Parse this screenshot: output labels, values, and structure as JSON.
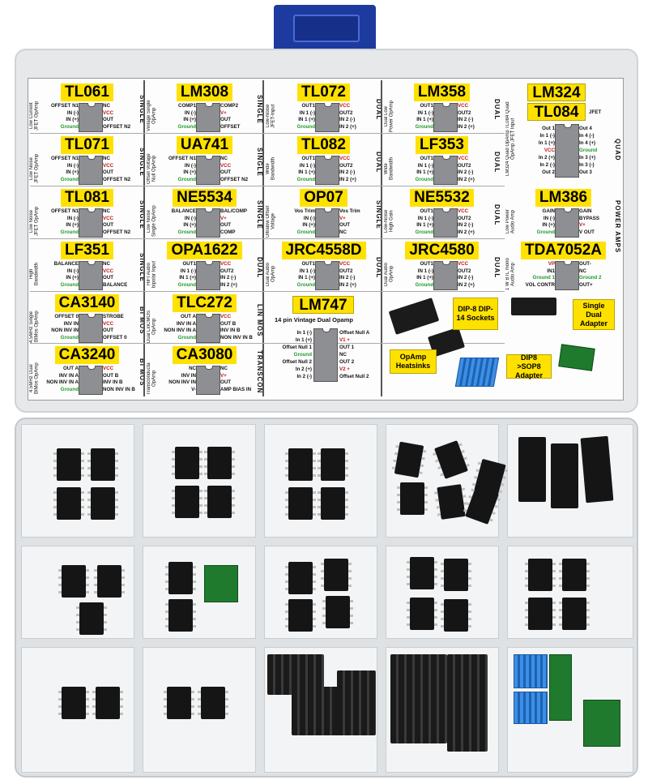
{
  "chips": [
    {
      "name": "TL061",
      "type": "SINGLE",
      "desc": "Low Current JFET OpAmp",
      "left": [
        "OFFSET N1",
        "IN (-)",
        "IN (+)",
        "Ground"
      ],
      "right": [
        "NC",
        "VCC",
        "OUT",
        "OFFSET N2"
      ]
    },
    {
      "name": "LM308",
      "type": "SINGLE",
      "desc": "Vintage Single OpAmp",
      "left": [
        "COMP1",
        "IN (-)",
        "IN (+)",
        "Ground"
      ],
      "right": [
        "COMP2",
        "V+",
        "OUT",
        "OFFSET"
      ]
    },
    {
      "name": "TL072",
      "type": "DUAL",
      "desc": "Low-Noise JFET-Input",
      "left": [
        "OUT1",
        "IN 1 (-)",
        "IN 1 (+)",
        "Ground"
      ],
      "right": [
        "VCC",
        "OUT2",
        "IN 2 (-)",
        "IN 2 (+)"
      ]
    },
    {
      "name": "LM358",
      "type": "DUAL",
      "desc": "Dual Low Power OpAmp",
      "left": [
        "OUT1",
        "IN 1 (-)",
        "IN 1 (+)",
        "Ground"
      ],
      "right": [
        "VCC",
        "OUT2",
        "IN 2 (-)",
        "IN 2 (+)"
      ]
    },
    {
      "name": "TL071",
      "type": "SINGLE",
      "desc": "Low Noise JFET OpAmp",
      "left": [
        "OFFSET N1",
        "IN (-)",
        "IN (+)",
        "Ground"
      ],
      "right": [
        "NC",
        "VCC",
        "OUT",
        "OFFSET N2"
      ]
    },
    {
      "name": "UA741",
      "type": "SINGLE",
      "desc": "Offset Voltage Null OpAmp",
      "left": [
        "OFFSET N1",
        "IN (-)",
        "IN (+)",
        "Ground"
      ],
      "right": [
        "NC",
        "VCC",
        "OUT",
        "OFFSET N2"
      ]
    },
    {
      "name": "TL082",
      "type": "DUAL",
      "desc": "Wide Bandwidth JFET-Input",
      "left": [
        "OUT1",
        "IN 1 (-)",
        "IN 1 (+)",
        "Ground"
      ],
      "right": [
        "VCC",
        "OUT2",
        "IN 2 (-)",
        "IN 2 (+)"
      ]
    },
    {
      "name": "LF353",
      "type": "DUAL",
      "desc": "Wide Bandwidth JFET-Input",
      "left": [
        "OUT1",
        "IN 1 (-)",
        "IN 1 (+)",
        "Ground"
      ],
      "right": [
        "VCC",
        "OUT2",
        "IN 2 (-)",
        "IN 2 (+)"
      ]
    },
    {
      "name": "TL081",
      "type": "SINGLE",
      "desc": "Low Noise JFET OpAmp",
      "left": [
        "OFFSET N1",
        "IN (-)",
        "IN (+)",
        "Ground"
      ],
      "right": [
        "NC",
        "VCC",
        "OUT",
        "OFFSET N2"
      ]
    },
    {
      "name": "NE5534",
      "type": "SINGLE",
      "desc": "Low Noise Single OpAmp",
      "left": [
        "BALANCE",
        "IN (-)",
        "IN (+)",
        "Ground"
      ],
      "right": [
        "BAL/COMP",
        "V+",
        "OUT",
        "COMP"
      ]
    },
    {
      "name": "OP07",
      "type": "SINGLE",
      "desc": "Ultralow Offset Voltage",
      "left": [
        "Vos Trim",
        "IN (-)",
        "IN (+)",
        "Ground"
      ],
      "right": [
        "Vos Trim",
        "V+",
        "OUT",
        "NC"
      ]
    },
    {
      "name": "NE5532",
      "type": "DUAL",
      "desc": "Low-Noise High Gain",
      "left": [
        "OUT1",
        "IN 1 (-)",
        "IN 1 (+)",
        "Ground"
      ],
      "right": [
        "VCC",
        "OUT2",
        "IN 2 (-)",
        "IN 2 (+)"
      ]
    },
    {
      "name": "LF351",
      "type": "SINGLE",
      "desc": "High Bandwidth Single OpAmp",
      "left": [
        "BALANCE",
        "IN (-)",
        "IN (+)",
        "Ground"
      ],
      "right": [
        "NC",
        "VCC",
        "OUT",
        "BALANCE"
      ]
    },
    {
      "name": "OPA1622",
      "type": "DUAL",
      "desc": "HIFI Audio bipolar Input Dual OpAmp",
      "left": [
        "OUT1",
        "IN 1 (-)",
        "IN 1 (+)",
        "Ground"
      ],
      "right": [
        "VCC",
        "OUT2",
        "IN 2 (-)",
        "IN 2 (+)"
      ]
    },
    {
      "name": "JRC4558D",
      "type": "DUAL",
      "desc": "Dual Audio OpAmp",
      "left": [
        "OUT1",
        "IN 1 (-)",
        "IN 1 (+)",
        "Ground"
      ],
      "right": [
        "VCC",
        "OUT2",
        "IN 2 (-)",
        "IN 2 (+)"
      ]
    },
    {
      "name": "JRC4580",
      "type": "DUAL",
      "desc": "Dual Audio OpAmp",
      "left": [
        "OUT1",
        "IN 1 (-)",
        "IN 1 (+)",
        "Ground"
      ],
      "right": [
        "VCC",
        "OUT2",
        "IN 2 (-)",
        "IN 2 (+)"
      ]
    },
    {
      "name": "CA3140",
      "type": "BI MOS",
      "desc": "4.5MHz Single BiMos OpAmp",
      "left": [
        "OFFSET 0",
        "INV IN",
        "NON INV IN",
        "Ground"
      ],
      "right": [
        "STROBE",
        "VCC",
        "OUT",
        "OFFSET 0"
      ]
    },
    {
      "name": "TLC272",
      "type": "LIN MOS",
      "desc": "Dual LinCMOS OpAmp",
      "left": [
        "OUT A",
        "INV IN A",
        "NON INV IN A",
        "Ground"
      ],
      "right": [
        "VCC",
        "OUT B",
        "INV IN B",
        "NON INV IN B"
      ]
    },
    {
      "name": "CA3240",
      "type": "BI MOS",
      "desc": "4.5MHz Dual BiMos OpAmp",
      "left": [
        "OUT A",
        "INV IN A",
        "NON INV IN A",
        "Ground"
      ],
      "right": [
        "VCC",
        "OUT B",
        "INV IN B",
        "NON INV IN B"
      ]
    },
    {
      "name": "CA3080",
      "type": "TRANSCON",
      "desc": "Transconductance OpAmp",
      "left": [
        "NC",
        "INV IN",
        "NON INV IN",
        "V-"
      ],
      "right": [
        "NC",
        "V+",
        "OUT",
        "AMP BIAS IN"
      ]
    }
  ],
  "lm324": {
    "name1": "LM324",
    "name2": "TL084",
    "suffix": "JFET",
    "type": "QUAD",
    "desc": "LM324 Quad OpAmp TL084 Quad OpAmp JFET Input",
    "left": [
      "Out 1",
      "In 1 (-)",
      "In 1 (+)",
      "VCC",
      "In 2 (+)",
      "In 2 (-)",
      "Out 2"
    ],
    "right": [
      "Out 4",
      "In 4 (-)",
      "In 4 (+)",
      "Ground",
      "In 3 (+)",
      "In 3 (-)",
      "Out 3"
    ]
  },
  "lm386": {
    "name": "LM386",
    "type": "POWER AMPS",
    "desc": "Low Power Audio Amp",
    "left": [
      "GAIN",
      "IN (-)",
      "IN (+)",
      "Ground"
    ],
    "right": [
      "GAIN",
      "BYPASS",
      "V+",
      "V OUT"
    ]
  },
  "tda": {
    "name": "TDA7052A",
    "desc": "1 W BTL mono Audio Amp",
    "left": [
      "VP",
      "IN1",
      "Ground 1",
      "VOL CONTR"
    ],
    "right": [
      "OUT-",
      "NC",
      "Ground 2",
      "OUT+"
    ]
  },
  "lm747": {
    "name": "LM747",
    "subtitle": "14 pin Vintage Dual Opamp",
    "left": [
      "In 1 (-)",
      "In 1 (+)",
      "Offset Null 1",
      "Ground",
      "Offset Null 2",
      "In 2 (+)",
      "In 2 (-)"
    ],
    "right": [
      "Offset Null A",
      "V1 +",
      "OUT 1",
      "NC",
      "OUT 2",
      "V2 +",
      "Offset Null 2"
    ]
  },
  "labels": {
    "sockets": "DIP-8 DIP-14 Sockets",
    "heatsinks": "OpAmp Heatsinks",
    "adapter": "Single Dual Adapter",
    "dip8": "DIP8 >SOP8 Adapter"
  },
  "colors": {
    "highlight": "#ffe100",
    "vcc": "#c01818",
    "ground": "#1f9a2c",
    "latch": "#1d3a9e"
  }
}
